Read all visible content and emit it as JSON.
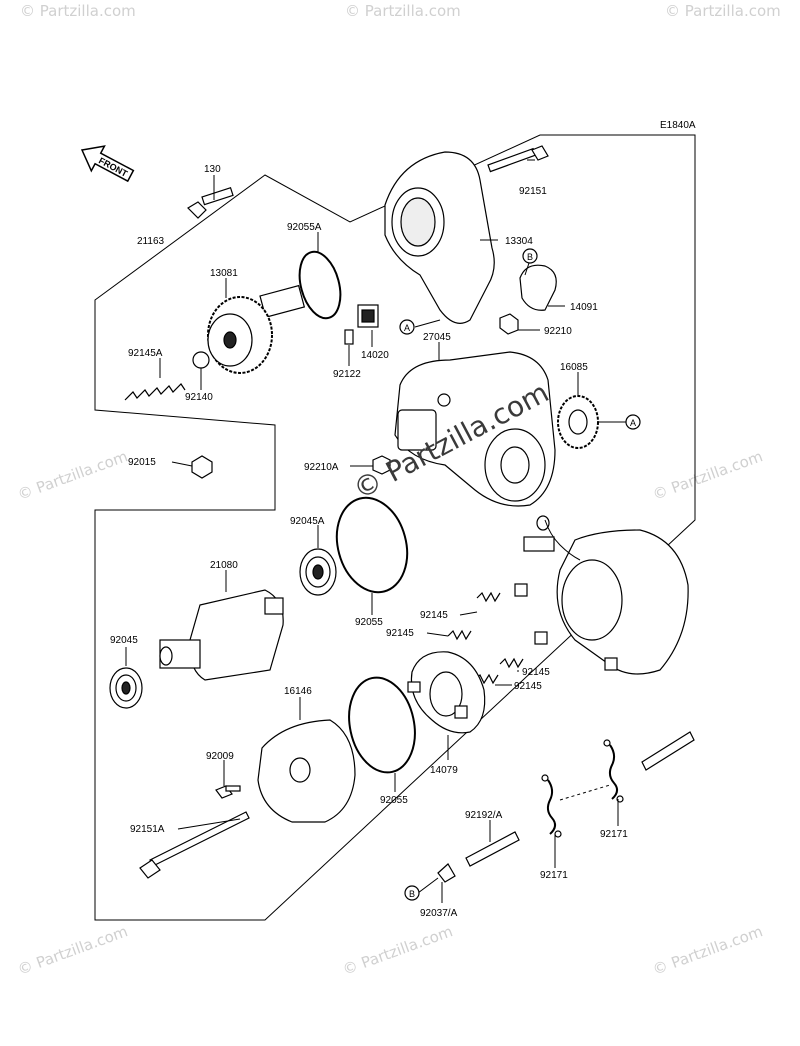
{
  "diagram_code": "E1840A",
  "front_label": "FRONT",
  "watermark_text": "© Partzilla.com",
  "watermark_center": "© Partzilla.com",
  "callouts": [
    {
      "id": "130",
      "text": "130"
    },
    {
      "id": "92151",
      "text": "92151"
    },
    {
      "id": "21163",
      "text": "21163"
    },
    {
      "id": "92055A",
      "text": "92055A"
    },
    {
      "id": "13304",
      "text": "13304"
    },
    {
      "id": "13081",
      "text": "13081"
    },
    {
      "id": "14091",
      "text": "14091"
    },
    {
      "id": "92210",
      "text": "92210"
    },
    {
      "id": "14020",
      "text": "14020"
    },
    {
      "id": "27045",
      "text": "27045"
    },
    {
      "id": "92145A",
      "text": "92145A"
    },
    {
      "id": "92122",
      "text": "92122"
    },
    {
      "id": "16085",
      "text": "16085"
    },
    {
      "id": "92140",
      "text": "92140"
    },
    {
      "id": "92015",
      "text": "92015"
    },
    {
      "id": "92210A",
      "text": "92210A"
    },
    {
      "id": "92045A",
      "text": "92045A"
    },
    {
      "id": "21080",
      "text": "21080"
    },
    {
      "id": "92145a",
      "text": "92145"
    },
    {
      "id": "92055a",
      "text": "92055"
    },
    {
      "id": "92145b",
      "text": "92145"
    },
    {
      "id": "92045",
      "text": "92045"
    },
    {
      "id": "92145c",
      "text": "92145"
    },
    {
      "id": "92145d",
      "text": "92145"
    },
    {
      "id": "16146",
      "text": "16146"
    },
    {
      "id": "14079",
      "text": "14079"
    },
    {
      "id": "92009",
      "text": "92009"
    },
    {
      "id": "92055b",
      "text": "92055"
    },
    {
      "id": "92192A",
      "text": "92192/A"
    },
    {
      "id": "92151A",
      "text": "92151A"
    },
    {
      "id": "92171a",
      "text": "92171"
    },
    {
      "id": "92171b",
      "text": "92171"
    },
    {
      "id": "92037A",
      "text": "92037/A"
    }
  ],
  "ref_markers": {
    "a_top": "A",
    "a_right": "A",
    "b_top": "B",
    "b_bottom": "B"
  }
}
